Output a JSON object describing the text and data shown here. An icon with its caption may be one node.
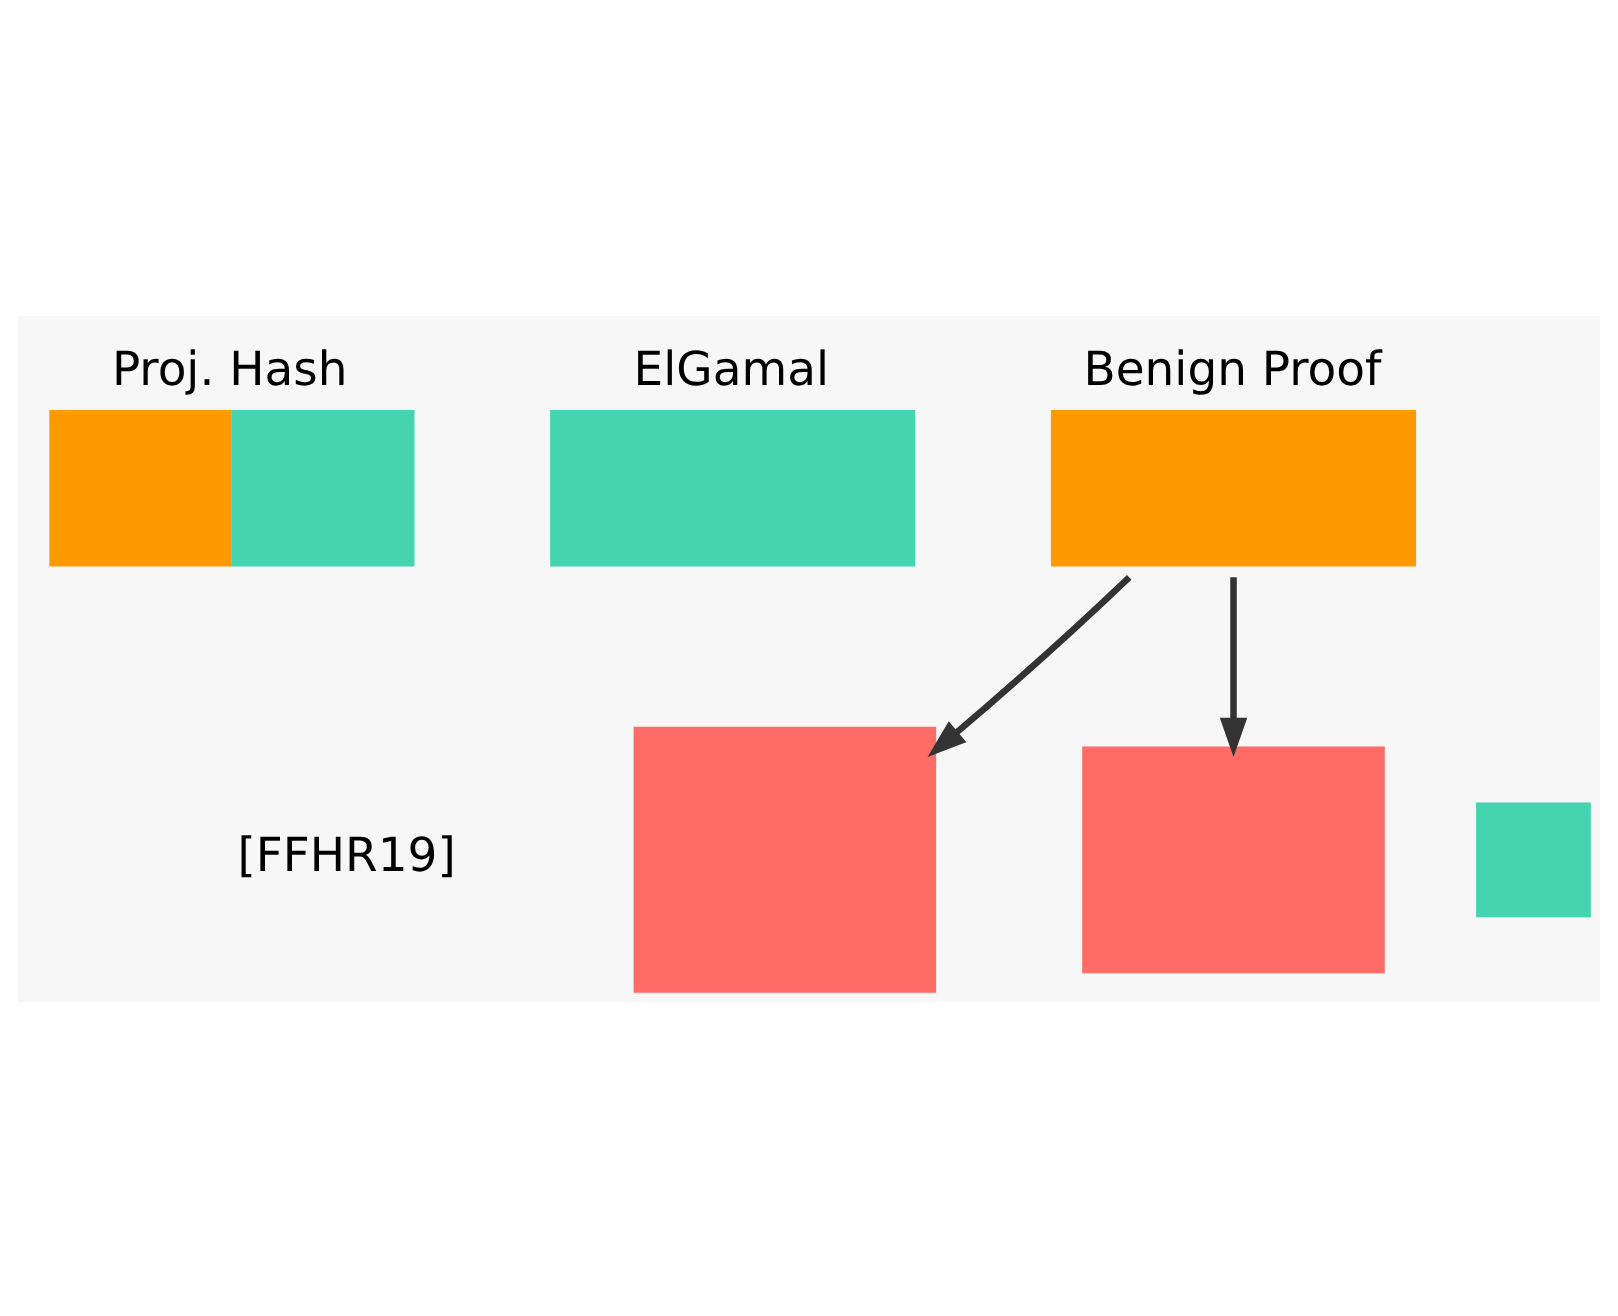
{
  "diagram": {
    "nodes": [
      {
        "text": [
          "ElGamal"
        ]
      },
      {
        "text": [
          "Proj. Hash"
        ]
      },
      {
        "text": [
          "Benign Proof"
        ]
      },
      {
        "text": [],
        "shape": "box"
      },
      {
        "text": [],
        "shape": "box"
      },
      {
        "text": [],
        "shape": "box"
      }
    ],
    "edges": [
      {
        "from": 2,
        "to": 4,
        "arrow": "to"
      },
      {
        "from": 2,
        "to": 3,
        "arrow": "to"
      }
    ],
    "labels": [
      "[FFHR19]"
    ]
  }
}
